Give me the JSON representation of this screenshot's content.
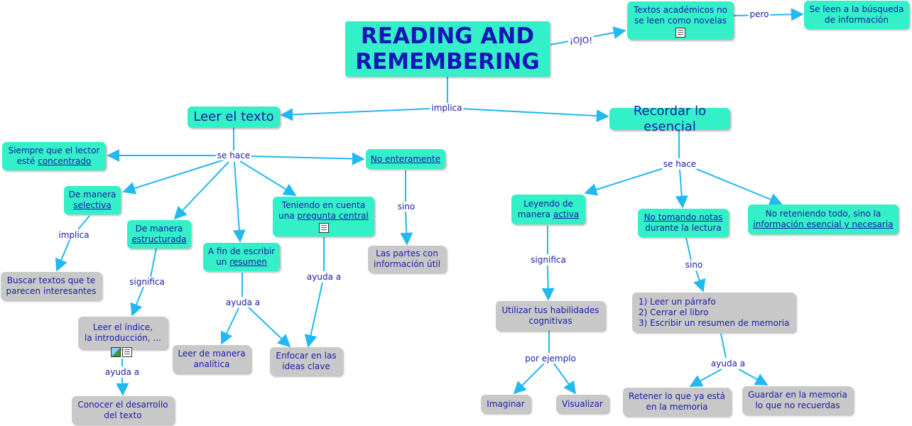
{
  "nodes": {
    "title": {
      "lines": [
        "READING AND",
        "REMEMBERING"
      ]
    },
    "academic": {
      "lines": [
        "Textos académicos no",
        "se leen como novelas"
      ]
    },
    "search": {
      "lines": [
        "Se leen a la búsqueda",
        "de información"
      ]
    },
    "leer": {
      "lines": [
        "Leer el texto"
      ]
    },
    "recordar": {
      "lines": [
        "Recordar lo esencial"
      ]
    },
    "siempre": {
      "lines": [
        "Siempre que el lector"
      ],
      "pre": "esté ",
      "link": "concentrado"
    },
    "no_ent": {
      "link": "No enteramente"
    },
    "selectiva": {
      "lines": [
        "De manera"
      ],
      "link": "selectiva"
    },
    "estructurada": {
      "lines": [
        "De manera"
      ],
      "link": "estructurada"
    },
    "resumen": {
      "lines": [
        "A fin de escribir"
      ],
      "pre": "un ",
      "link": "resumen"
    },
    "pregunta": {
      "lines": [
        "Teniendo en cuenta"
      ],
      "pre": "una ",
      "link": "pregunta central"
    },
    "partes": {
      "lines": [
        "Las partes con",
        "información útil"
      ]
    },
    "buscar": {
      "lines": [
        "Buscar textos que te",
        "parecen interesantes"
      ]
    },
    "indice": {
      "lines": [
        "Leer el índice,",
        "la introducción, ..."
      ]
    },
    "analitica": {
      "lines": [
        "Leer de manera",
        "analítica"
      ]
    },
    "enfocar": {
      "lines": [
        "Enfocar en las",
        "ideas clave"
      ]
    },
    "desarrollo": {
      "lines": [
        "Conocer el desarrollo",
        "del texto"
      ]
    },
    "activa": {
      "lines": [
        "Leyendo de"
      ],
      "pre": "manera ",
      "link": "activa"
    },
    "notas": {
      "link": "No tomando notas",
      "lines2": [
        "durante la lectura"
      ]
    },
    "reteniendo": {
      "lines": [
        "No reteniendo todo, sino la"
      ],
      "link": "información esencial y necesaria"
    },
    "habilidades": {
      "lines": [
        "Utilizar tus habilidades",
        "cognitivas"
      ]
    },
    "pasos": {
      "lines": [
        "1) Leer un párrafo",
        "2) Cerrar el libro",
        "3) Escribir un resumen de memoria"
      ]
    },
    "imaginar": {
      "lines": [
        "Imaginar"
      ]
    },
    "visualizar": {
      "lines": [
        "Visualizar"
      ]
    },
    "retener": {
      "lines": [
        "Retener lo que ya está",
        "en la memoria"
      ]
    },
    "guardar": {
      "lines": [
        "Guardar en la memoria",
        "lo que no recuerdas"
      ]
    }
  },
  "labels": {
    "ojo": "¡OJO!",
    "pero": "pero",
    "implica": "implica",
    "se_hace_1": "se hace",
    "se_hace_2": "se hace",
    "implica_2": "implica",
    "significa_1": "significa",
    "sino_1": "sino",
    "ayuda_1": "ayuda a",
    "ayuda_2": "ayuda a",
    "ayuda_3": "ayuda a",
    "significa_2": "significa",
    "sino_2": "sino",
    "por_ejemplo": "por ejemplo",
    "ayuda_4": "ayuda a"
  },
  "colors": {
    "concept": "#33f0c8",
    "leaf": "#c8c8c8",
    "text": "#1a1aa8",
    "edge": "#22b8f0"
  }
}
